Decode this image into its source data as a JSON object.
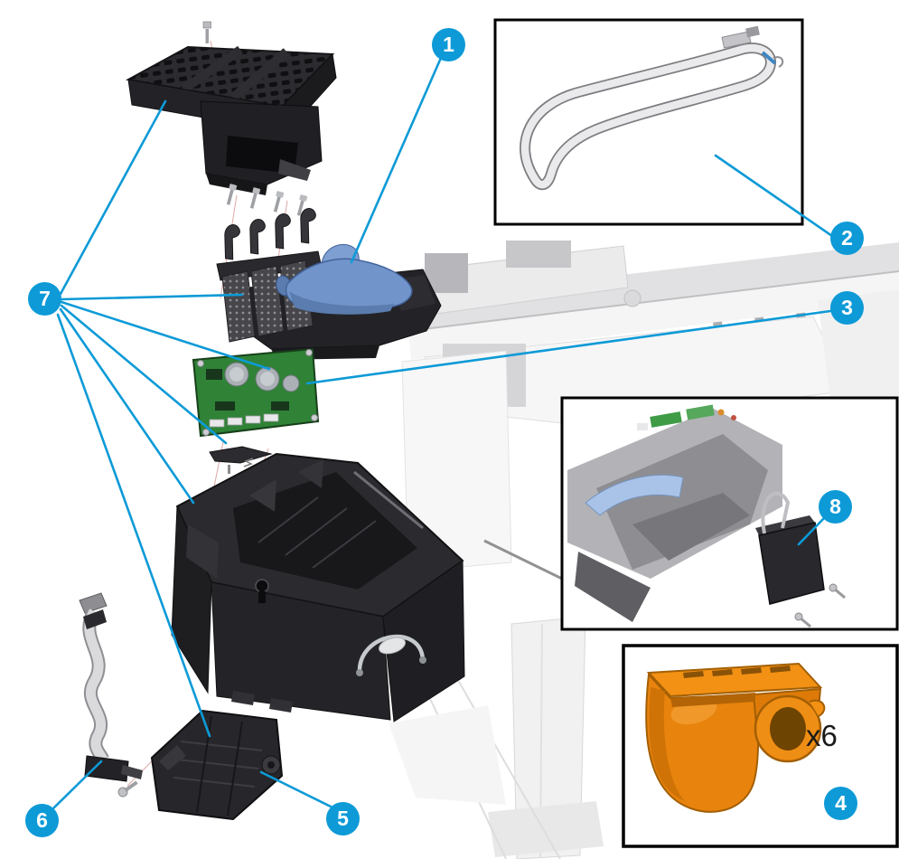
{
  "callouts": [
    {
      "label": "1"
    },
    {
      "label": "2"
    },
    {
      "label": "3"
    },
    {
      "label": "4"
    },
    {
      "label": "5"
    },
    {
      "label": "6"
    },
    {
      "label": "7"
    },
    {
      "label": "8"
    }
  ],
  "quantity_label": "x6",
  "colors": {
    "callout_blue": "#0d9ad7",
    "part_blue": "#7195cb",
    "pcb_green": "#2f8236",
    "part_orange": "#e8830d"
  }
}
